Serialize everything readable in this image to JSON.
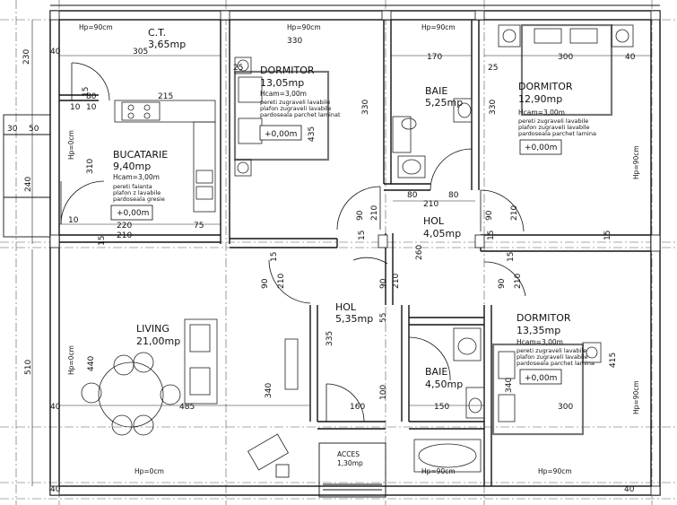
{
  "rooms": {
    "ct": {
      "name": "C.T.",
      "area": "3,65mp"
    },
    "bucatarie": {
      "name": "BUCATARIE",
      "area": "9,40mp",
      "hcam": "Hcam=3,00m",
      "finish1": "pereti faianta",
      "finish2": "plafon z lavabile",
      "finish3": "pardoseala gresie",
      "level": "+0,00m"
    },
    "dormitor1": {
      "name": "DORMITOR",
      "area": "13,05mp",
      "hcam": "Hcam=3,00m",
      "finish1": "pereti zugraveli lavabile",
      "finish2": "plafon zugraveli lavabile",
      "finish3": "pardoseala parchet laminat",
      "level": "+0,00m"
    },
    "baie1": {
      "name": "BAIE",
      "area": "5,25mp"
    },
    "dormitor2": {
      "name": "DORMITOR",
      "area": "12,90mp",
      "hcam": "Hcam=3,00m",
      "finish1": "pereti zugraveli lavabile",
      "finish2": "plafon zugraveli lavabile",
      "finish3": "pardoseala parchet lamina",
      "level": "+0,00m"
    },
    "hol1": {
      "name": "HOL",
      "area": "4,05mp"
    },
    "hol2": {
      "name": "HOL",
      "area": "5,35mp"
    },
    "living": {
      "name": "LIVING",
      "area": "21,00mp"
    },
    "dormitor3": {
      "name": "DORMITOR",
      "area": "13,35mp",
      "hcam": "Hcam=3,00m",
      "finish1": "pereti zugraveli lavabile",
      "finish2": "plafon zugraveli lavabile",
      "finish3": "pardoseala parchet lamina",
      "level": "+0,00m"
    },
    "baie2": {
      "name": "BAIE",
      "area": "4,50mp"
    },
    "acces": {
      "name": "ACCES",
      "area": "1,30mp"
    }
  },
  "hp": {
    "top1": "Hp=90cm",
    "top2": "Hp=90cm",
    "top3": "Hp=90cm",
    "left1": "Hp=0cm",
    "left2": "Hp=0cm",
    "right1": "Hp=90cm",
    "right2": "Hp=90cm",
    "bottom1": "Hp=0cm",
    "bottom2": "Hp=90cm",
    "bottom3": "Hp=90cm"
  },
  "dims": {
    "d305": "305",
    "d40a": "40",
    "d215": "215",
    "d80a": "80",
    "d10a": "10",
    "d10b": "10",
    "d15a": "15",
    "d330a": "330",
    "d170": "170",
    "d25a": "25",
    "d25b": "25",
    "d300a": "300",
    "d40b": "40",
    "d330b": "330",
    "d330c": "330",
    "d435": "435",
    "d310": "310",
    "d230": "230",
    "d30": "30",
    "d50": "50",
    "d240": "240",
    "d220": "220",
    "d210a": "210",
    "d75": "75",
    "d10c": "10",
    "d15b": "15",
    "d80b": "80",
    "d80c": "80",
    "d210b": "210",
    "d90a": "90",
    "d210c": "210",
    "d90b": "90",
    "d210d": "210",
    "d260": "260",
    "d15c": "15",
    "d15d": "15",
    "d15e": "15",
    "d15f": "15",
    "d15g": "15",
    "d90c": "90",
    "d210e": "210",
    "d90d": "90",
    "d210f": "210",
    "d90e": "90",
    "d210g": "210",
    "d55": "55",
    "d335": "335",
    "d340a": "340",
    "d440": "440",
    "d510": "510",
    "d485": "485",
    "d160": "160",
    "d100": "100",
    "d150": "150",
    "d340b": "340",
    "d300b": "300",
    "d415": "415",
    "d40c": "40",
    "d40d": "40",
    "d40e": "40"
  }
}
